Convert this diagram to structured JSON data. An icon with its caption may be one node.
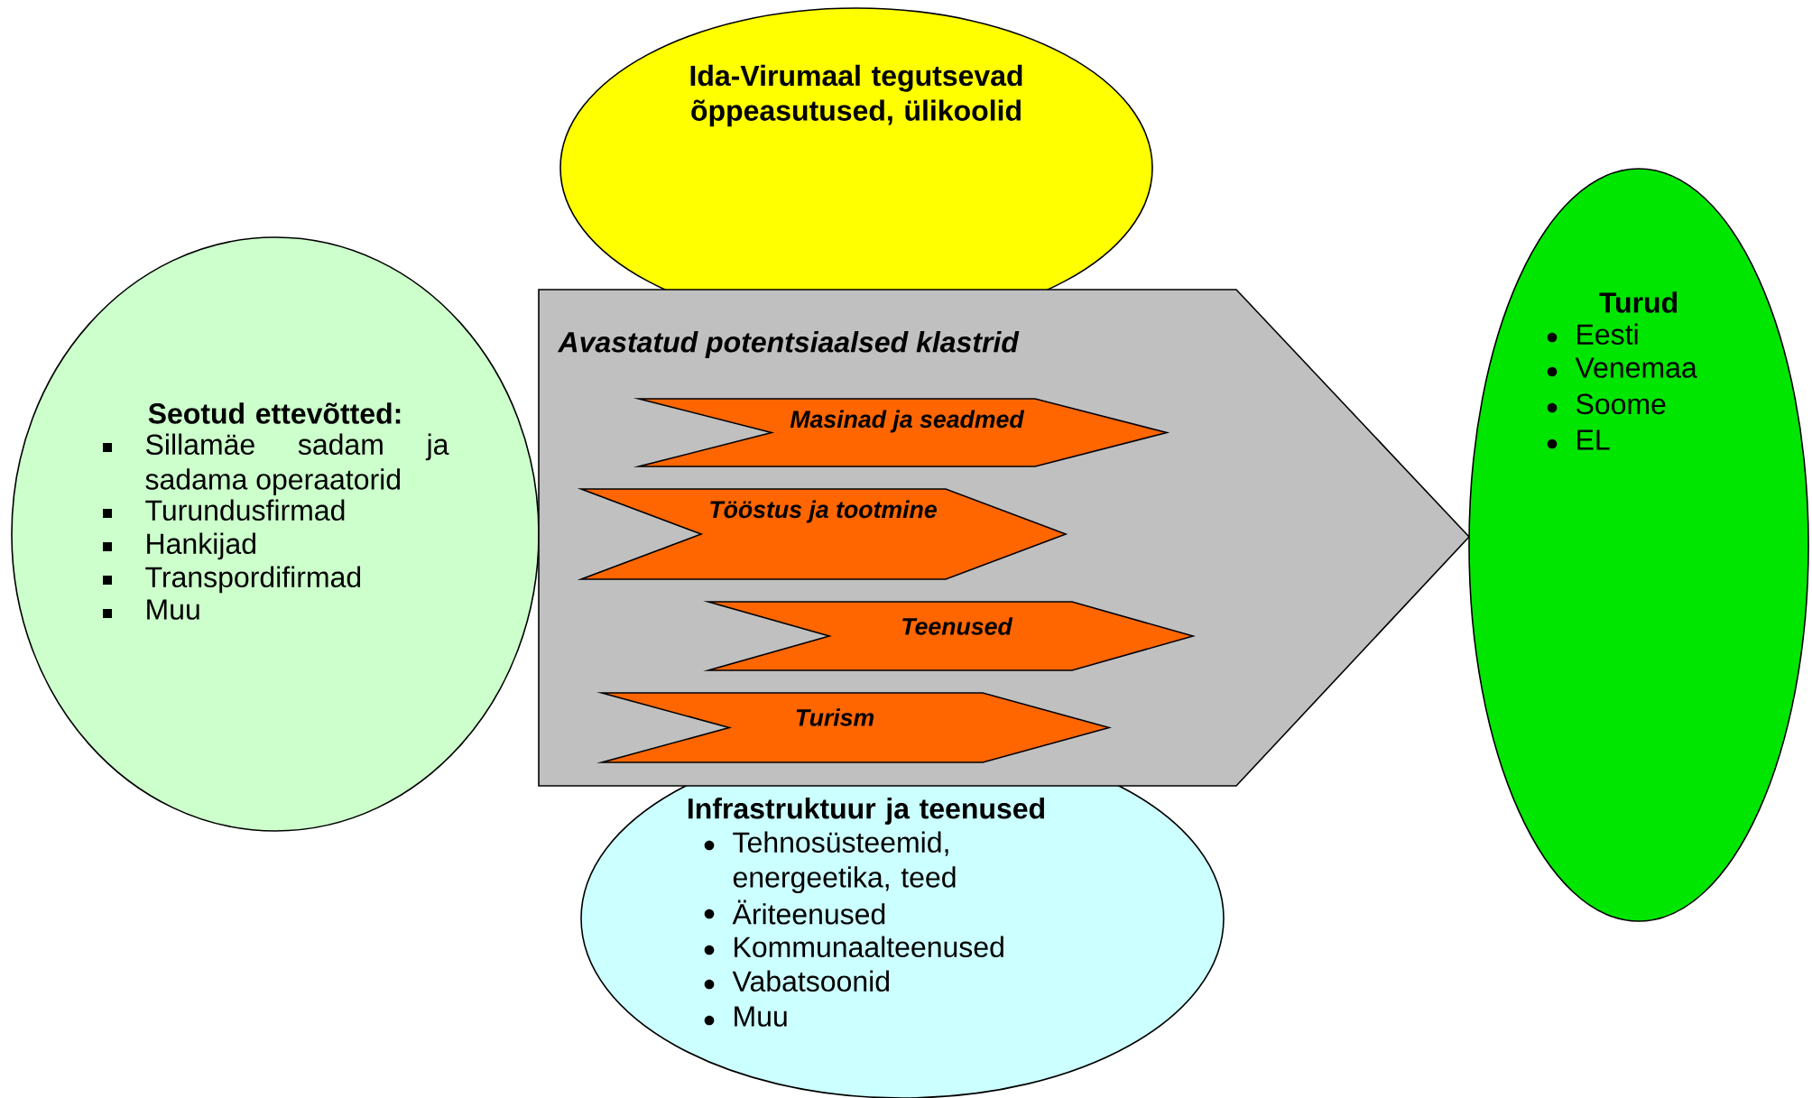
{
  "diagram": {
    "nodes": [
      {
        "text": [
          "Ida-Virumaal tegutsevad õppeasutused, ülikoolid"
        ]
      },
      {
        "text": [
          "**Seotud ettevõtted**:",
          "Sillamäe sadam ja sadama operaatorid",
          "Turundusfirmad",
          "Hankijad",
          "Transpordifirmad",
          "Muu"
        ]
      },
      {
        "text": [
          "Avastatud potentsiaalsed klastrid"
        ]
      },
      {
        "text": [
          "Masinad ja seadmed"
        ],
        "in": 2
      },
      {
        "text": [
          "Tööstus ja tootmine"
        ],
        "in": 2
      },
      {
        "text": [
          "Teenused"
        ],
        "in": 2
      },
      {
        "text": [
          "Turism"
        ],
        "in": 2
      },
      {
        "text": [
          "Infrastruktuur ja teenused",
          "Tehnosüsteemid, energeetika, teed",
          "Äriteenused",
          "Kommunaalteenused",
          "Vabatsoonid",
          "Muu"
        ]
      },
      {
        "text": [
          "Turud",
          "Eesti",
          "Venemaa",
          "Soome",
          "EL"
        ]
      }
    ]
  }
}
